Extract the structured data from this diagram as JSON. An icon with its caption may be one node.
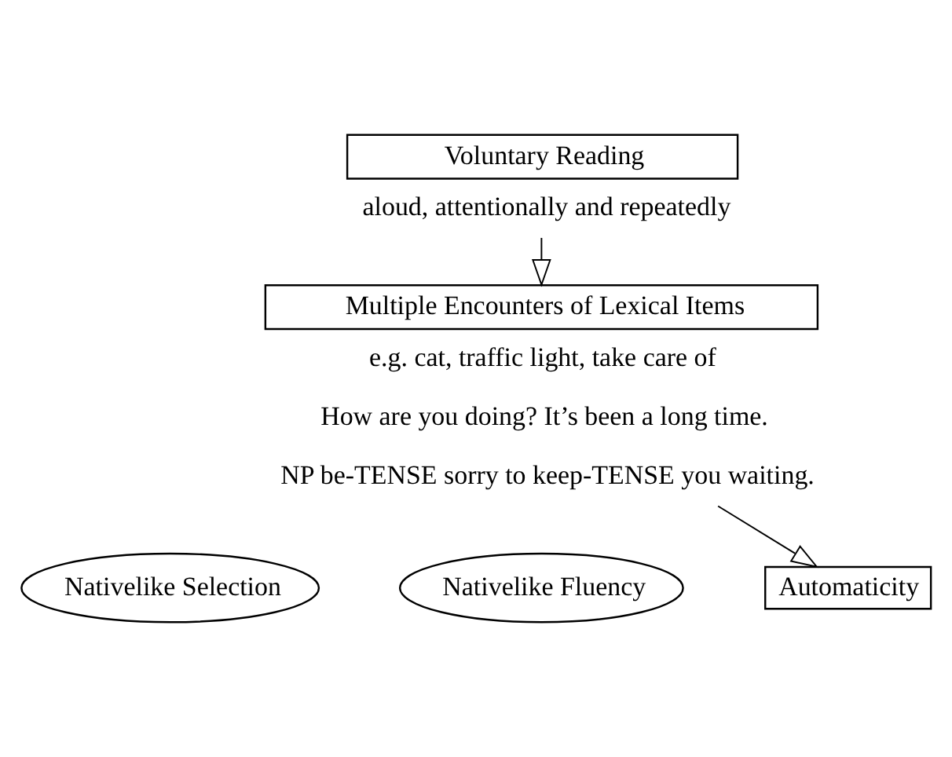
{
  "diagram": {
    "nodes": [
      {
        "text": [
          "Voluntary Reading"
        ],
        "beside": [
          "aloud, attentionally and repeatedly"
        ]
      },
      {
        "text": [
          "Multiple Encounters of Lexical Items"
        ],
        "beside": [
          "e.g. cat, traffic light, take care of",
          "How are you doing? It’s been a long time.",
          "NP be-TENSE sorry to keep-TENSE you waiting."
        ]
      },
      {
        "text": [
          "Nativelike Selection"
        ]
      },
      {
        "text": [
          "Nativelike Fluency"
        ]
      },
      {
        "text": [
          "Automaticity"
        ]
      }
    ],
    "edges": [
      {
        "from": 0,
        "to": 1,
        "arrow": "to"
      },
      {
        "from": 1,
        "to": 4,
        "arrow": "to"
      }
    ]
  }
}
